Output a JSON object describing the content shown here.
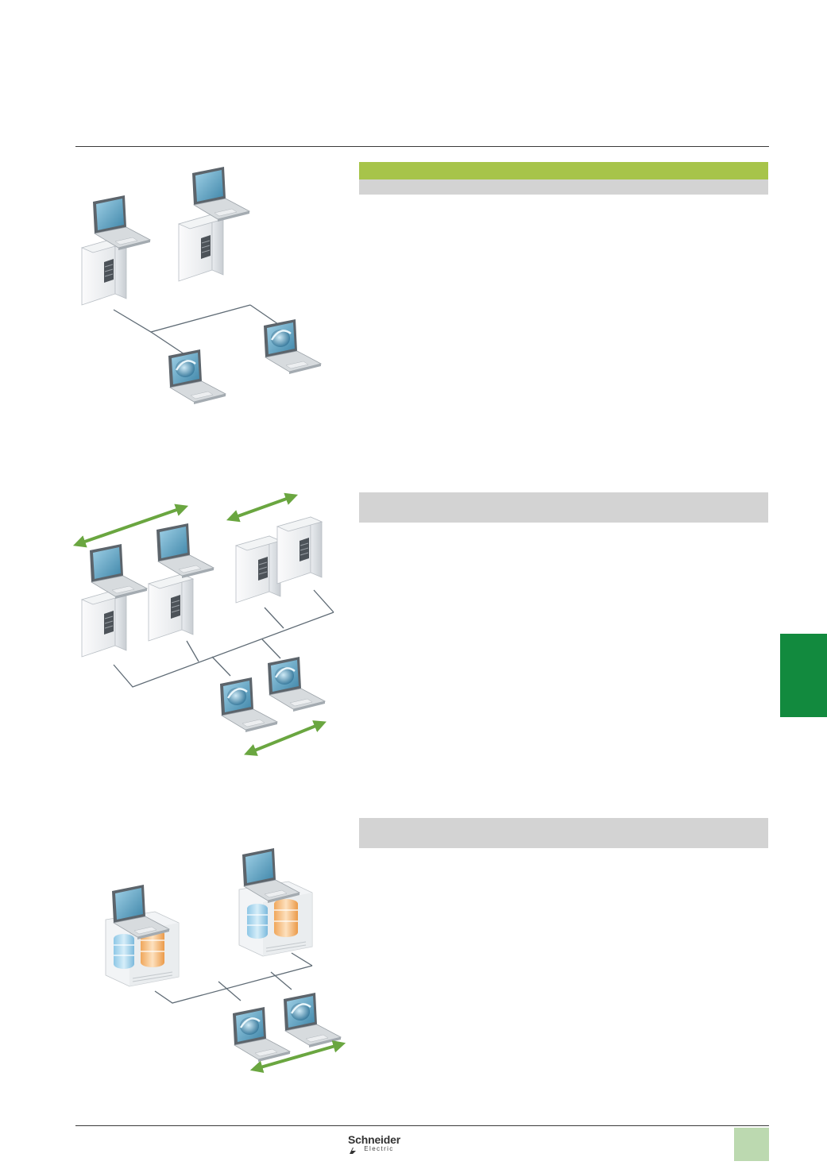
{
  "colors": {
    "accent_green": "#a7c44a",
    "section_grey": "#d3d3d3",
    "tab_green": "#128a3e",
    "page_tab": "#bcd9b0",
    "arrow_green": "#6aa640",
    "link_line": "#5f6b75"
  },
  "sections": [
    {
      "name": "single-station-network",
      "header_style": "green-with-grey-subband"
    },
    {
      "name": "multi-station-network",
      "header_style": "grey-band"
    },
    {
      "name": "redundant-server-network",
      "header_style": "grey-band"
    }
  ],
  "diagram_icons": [
    "laptop-icon",
    "tower-server-icon",
    "browser-client-icon",
    "database-server-icon",
    "bidirectional-arrow-icon"
  ],
  "footer": {
    "logo_name": "Schneider",
    "logo_sub": "Electric"
  }
}
